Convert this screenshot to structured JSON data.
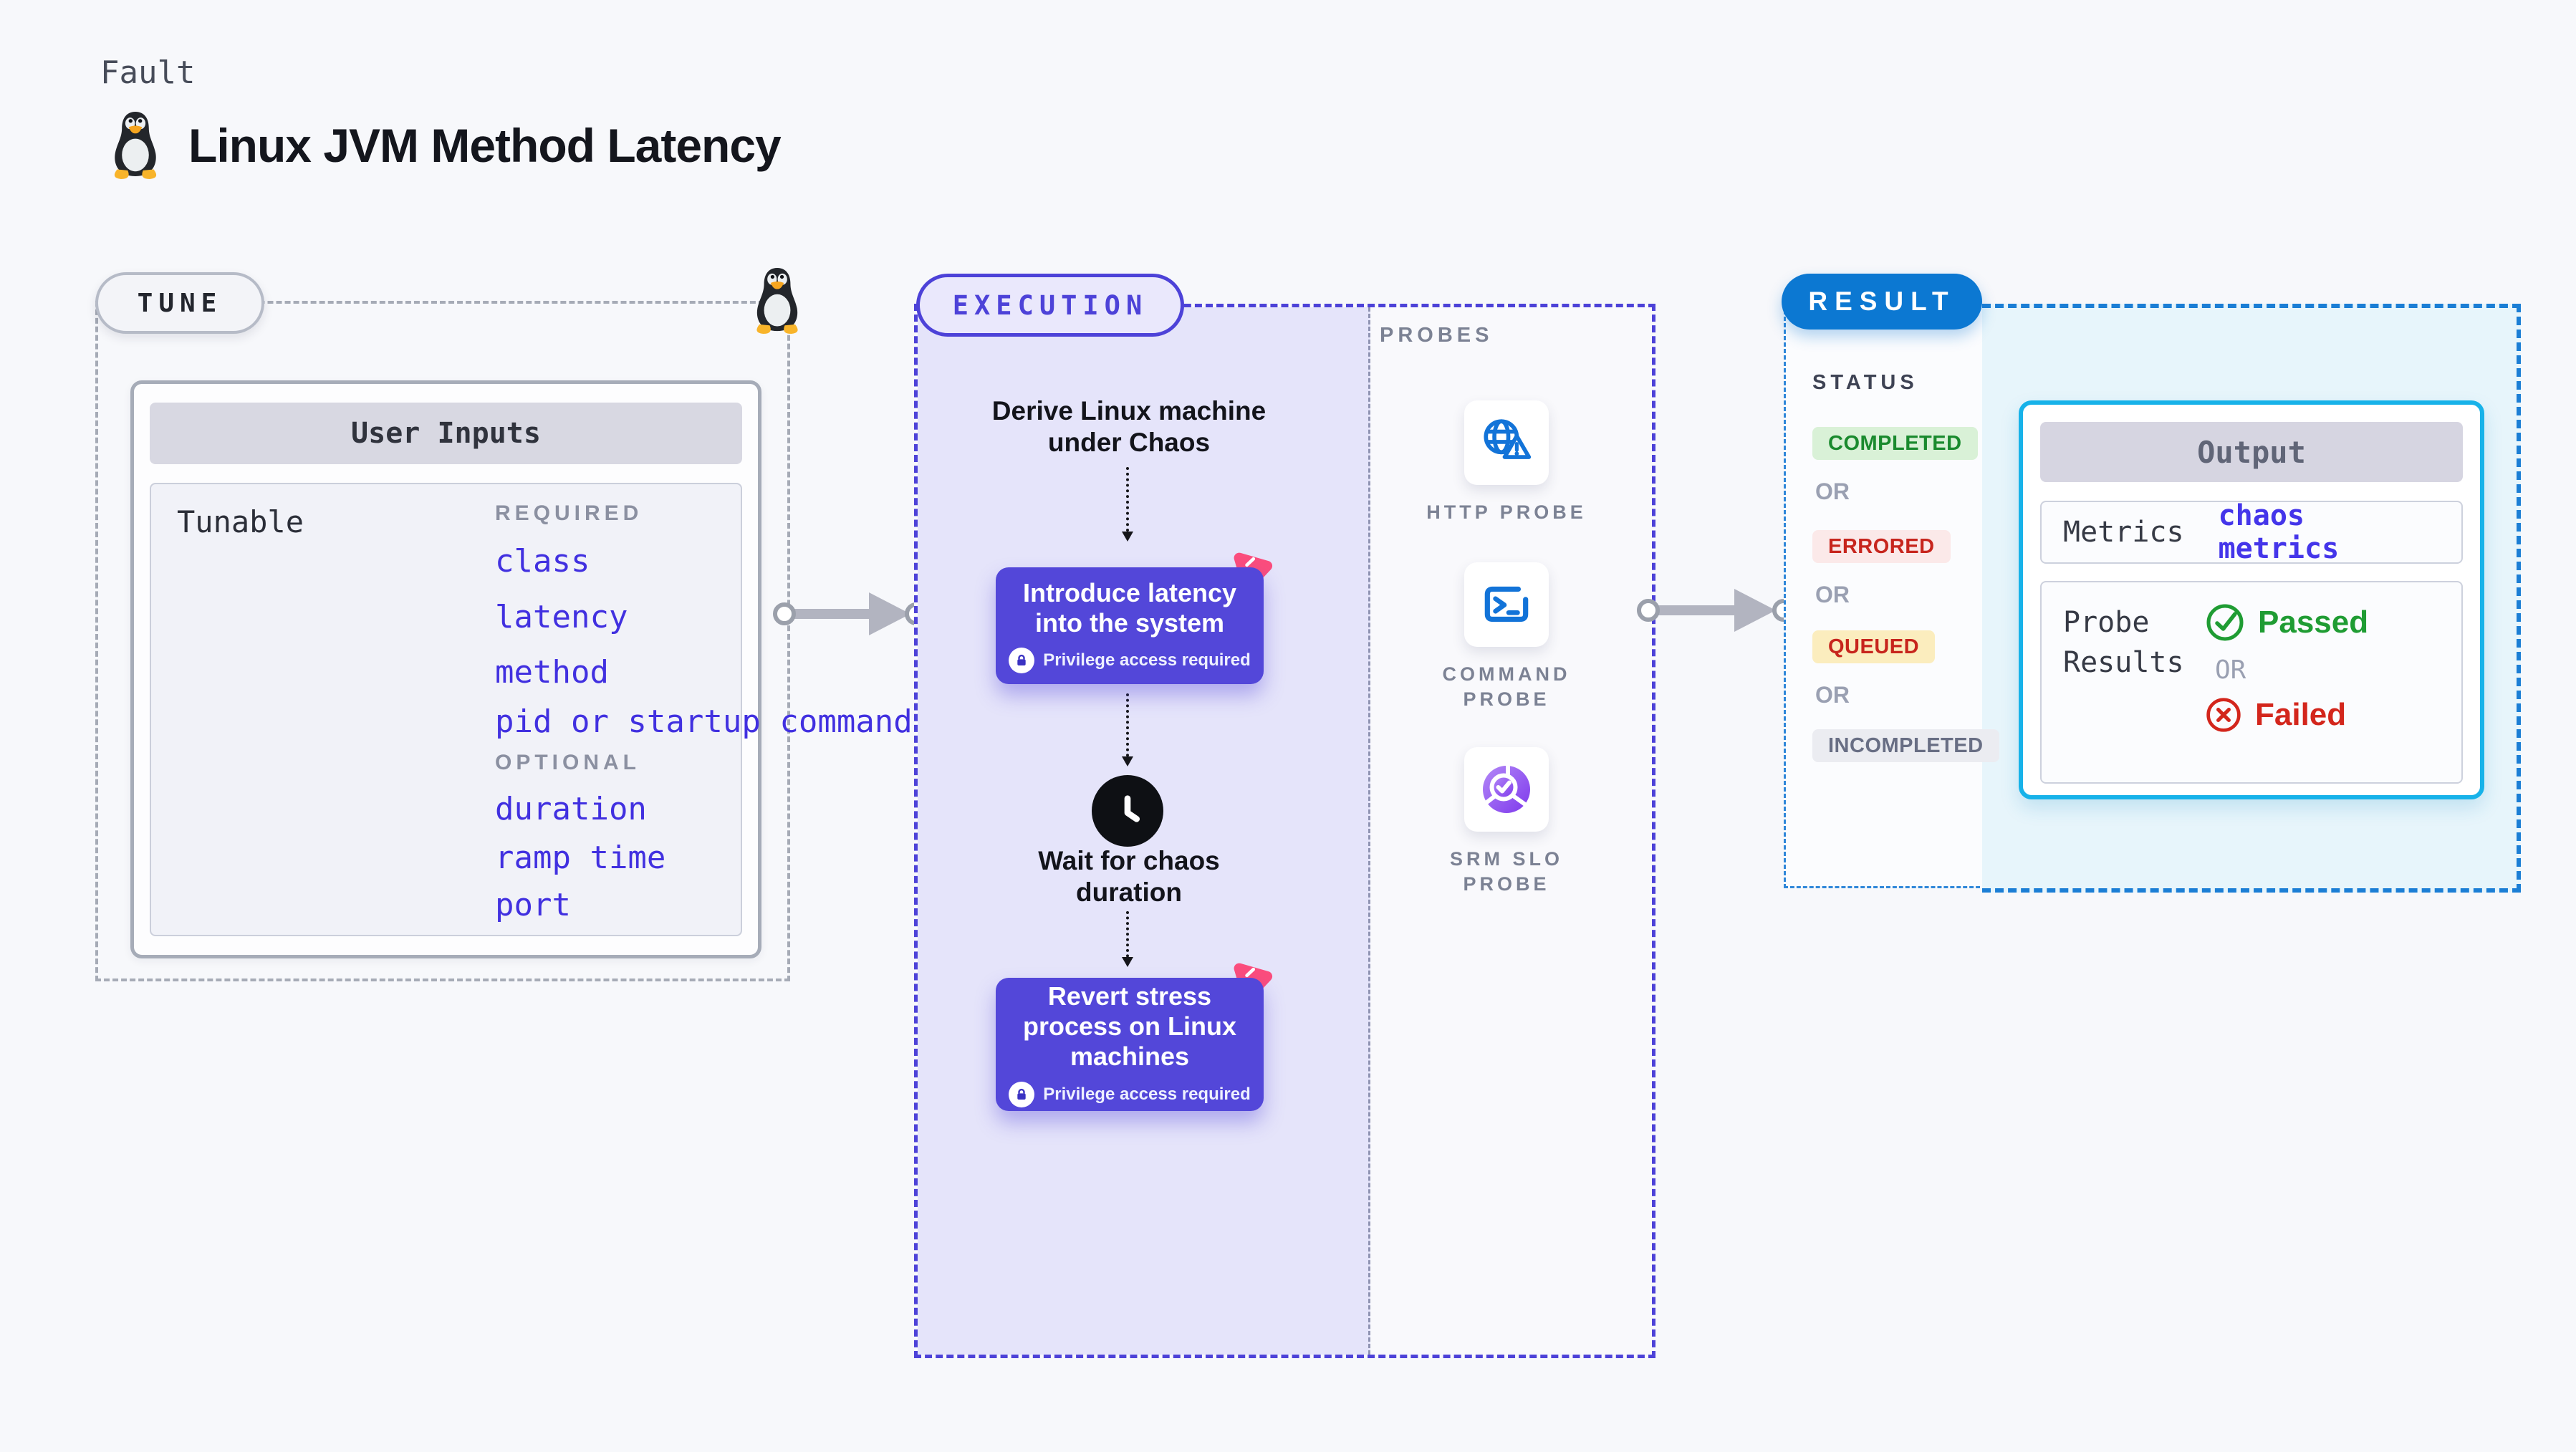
{
  "page": {
    "kicker": "Fault",
    "title": "Linux JVM Method Latency"
  },
  "tune": {
    "label": "TUNE",
    "card_title": "User Inputs",
    "row_label": "Tunable",
    "required_label": "REQUIRED",
    "required_items": [
      "class",
      "latency",
      "method",
      "pid or startup command"
    ],
    "optional_label": "OPTIONAL",
    "optional_items": [
      "duration",
      "ramp time",
      "port"
    ]
  },
  "execution": {
    "label": "EXECUTION",
    "derive_step": "Derive Linux machine under Chaos",
    "action1_title": "Introduce latency into the system",
    "action1_badge": "Privilege access required",
    "wait_step": "Wait for chaos duration",
    "action2_title": "Revert stress process on Linux machines",
    "action2_badge": "Privilege access required"
  },
  "probes": {
    "label": "PROBES",
    "items": [
      {
        "name": "HTTP PROBE",
        "icon": "globe-alert-icon"
      },
      {
        "name": "COMMAND PROBE",
        "icon": "terminal-icon"
      },
      {
        "name": "SRM SLO PROBE",
        "icon": "slo-donut-icon"
      }
    ]
  },
  "result": {
    "label": "RESULT",
    "status_label": "STATUS",
    "or_label": "OR",
    "statuses": [
      {
        "text": "COMPLETED",
        "fg": "#1a8a2e",
        "bg": "#d9f1d7"
      },
      {
        "text": "ERRORED",
        "fg": "#c7251d",
        "bg": "#fbe9e9"
      },
      {
        "text": "QUEUED",
        "fg": "#c7251d",
        "bg": "#fbedbe"
      },
      {
        "text": "INCOMPLETED",
        "fg": "#686e84",
        "bg": "#ebecf1"
      }
    ],
    "output": {
      "title": "Output",
      "metrics_label": "Metrics",
      "metrics_value": "chaos metrics",
      "probe_results_label": "Probe Results",
      "passed_label": "Passed",
      "or_label": "OR",
      "failed_label": "Failed"
    }
  },
  "colors": {
    "accent_indigo": "#4d42d8",
    "action_purple": "#5347d9",
    "lavender_bg": "#e5e4fa",
    "result_blue": "#0c78d2",
    "cyan_border": "#17b2e9",
    "cyan_bg": "#e7f5fb",
    "probe_icon_blue": "#1273d8",
    "srm_purple_1": "#b388f7",
    "srm_purple_2": "#7e39ec",
    "tunable_link_blue": "#4130e0",
    "passed_green": "#1f9c33",
    "failed_red": "#d3261c",
    "chaos_pink": "#fb4d7d",
    "arrow_gray": "#b2b4c0"
  }
}
